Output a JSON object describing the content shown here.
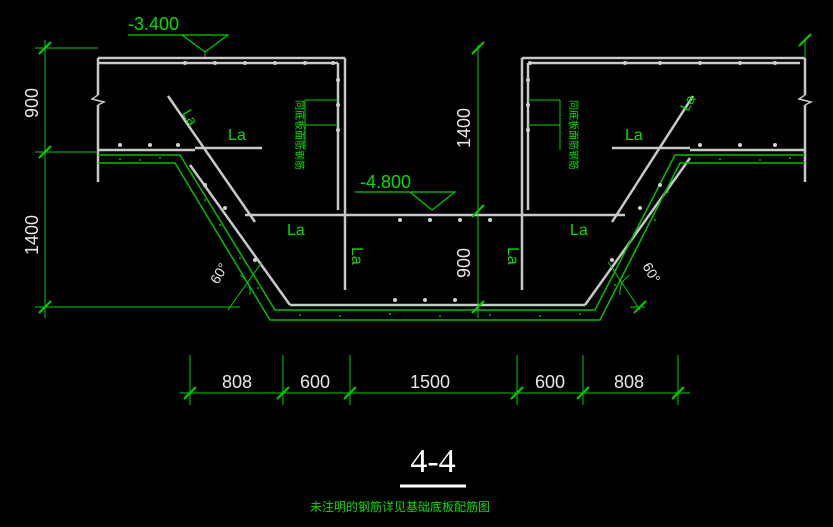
{
  "section": {
    "title": "4-4",
    "note": "未注明的钢筋详见基础底板配筋图"
  },
  "elevations": {
    "top": "-3.400",
    "bottom": "-4.800"
  },
  "dimensions": {
    "left_vertical_top": "900",
    "left_vertical_bottom": "1400",
    "center_vertical_top": "1400",
    "center_vertical_bottom": "900",
    "bottom_chain": [
      "808",
      "600",
      "1500",
      "600",
      "808"
    ]
  },
  "angles": {
    "left": "60°",
    "right": "60°"
  },
  "anchorage": {
    "label": "La"
  },
  "rebar_notes": {
    "left": "同底板面筋钢筋",
    "right": "同底板面筋钢筋"
  },
  "colors": {
    "background": "#000000",
    "concrete_outline": "#c8c8c8",
    "dimension_lines": "#00d000",
    "cover_hatch": "#00c000"
  }
}
